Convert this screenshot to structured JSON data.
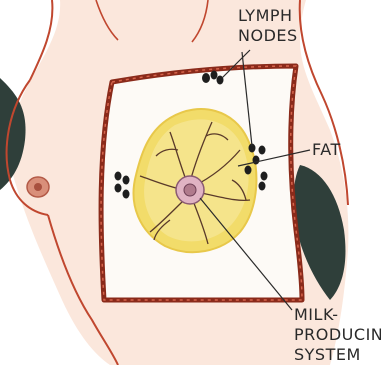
{
  "labels": {
    "lymph_nodes": [
      "LYMPH",
      "NODES"
    ],
    "fat": "FAT",
    "milk_producing_system": [
      "MILK-",
      "PRODUCING",
      "SYSTEM"
    ]
  },
  "colors": {
    "skin_outline": "#c0472f",
    "skin_fill": "#fbe3d6",
    "shadow": "#2f3f3a",
    "fat_fill": "#f2dc6a",
    "fat_edge": "#f7efb0",
    "tissue_lines": "#5a3a2a",
    "lymph_node": "#1e1e1e",
    "nipple": "#b07a8c",
    "cut_edge": "#8a2a1a",
    "pointer_line": "#2a2a2a"
  }
}
